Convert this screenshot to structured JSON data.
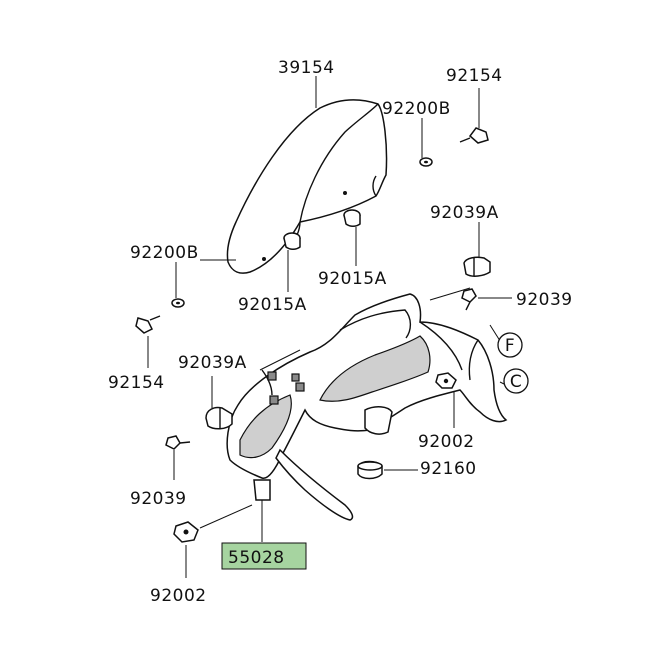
{
  "diagram": {
    "highlight_color": "#a6d4a0",
    "labels": {
      "windshield": "39154",
      "bolt_top_right": "92154",
      "washer_top": "92200B",
      "clip_top_right": "92039A",
      "washer_left": "92200B",
      "grommet_center": "92015A",
      "grommet_left": "92015A",
      "clip_right": "92039",
      "bolt_left": "92154",
      "clip_left": "92039A",
      "ref_f": "F",
      "ref_c": "C",
      "bolt_right": "92002",
      "damper": "92160",
      "clip_lower_left": "92039",
      "cowl_part": "55028",
      "bolt_bottom_left": "92002"
    }
  }
}
